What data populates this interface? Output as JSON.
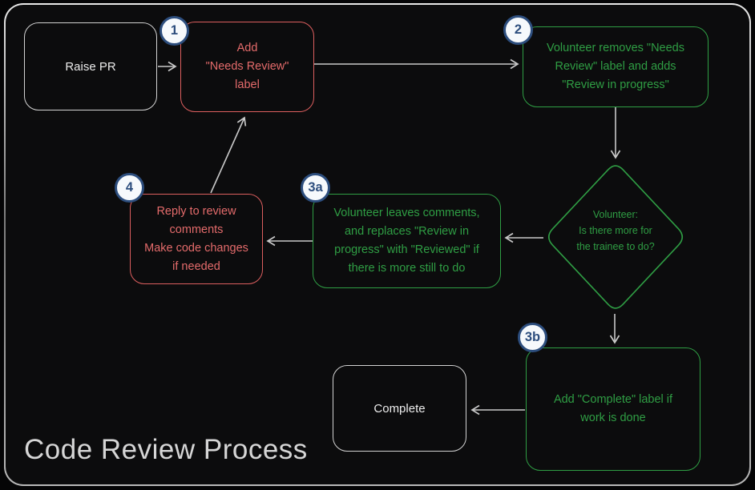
{
  "diagram": {
    "title": "Code Review Process",
    "nodes": {
      "raise_pr": {
        "label": "Raise PR"
      },
      "step1": {
        "badge": "1",
        "text": "Add\n\"Needs Review\"\nlabel"
      },
      "step2": {
        "badge": "2",
        "text": "Volunteer removes \"Needs\nReview\" label and adds\n\"Review in progress\""
      },
      "decision": {
        "text": "Volunteer:\nIs there more for\nthe trainee to do?"
      },
      "step3a": {
        "badge": "3a",
        "text": "Volunteer leaves comments,\nand replaces \"Review in\nprogress\" with \"Reviewed\" if\nthere is more still to do"
      },
      "step4": {
        "badge": "4",
        "text": "Reply to review\ncomments\nMake code changes\nif needed"
      },
      "step3b": {
        "badge": "3b",
        "text": "Add \"Complete\" label if\nwork is done"
      },
      "complete": {
        "label": "Complete"
      }
    },
    "colors": {
      "red": "#e46b6b",
      "green": "#2f9e44",
      "neutral_border": "#d3d3d3",
      "badge_fill": "#f6f9fc",
      "badge_blue": "#2d4e7e",
      "arrow": "#c9c9c9",
      "background": "#0c0c0d"
    }
  }
}
